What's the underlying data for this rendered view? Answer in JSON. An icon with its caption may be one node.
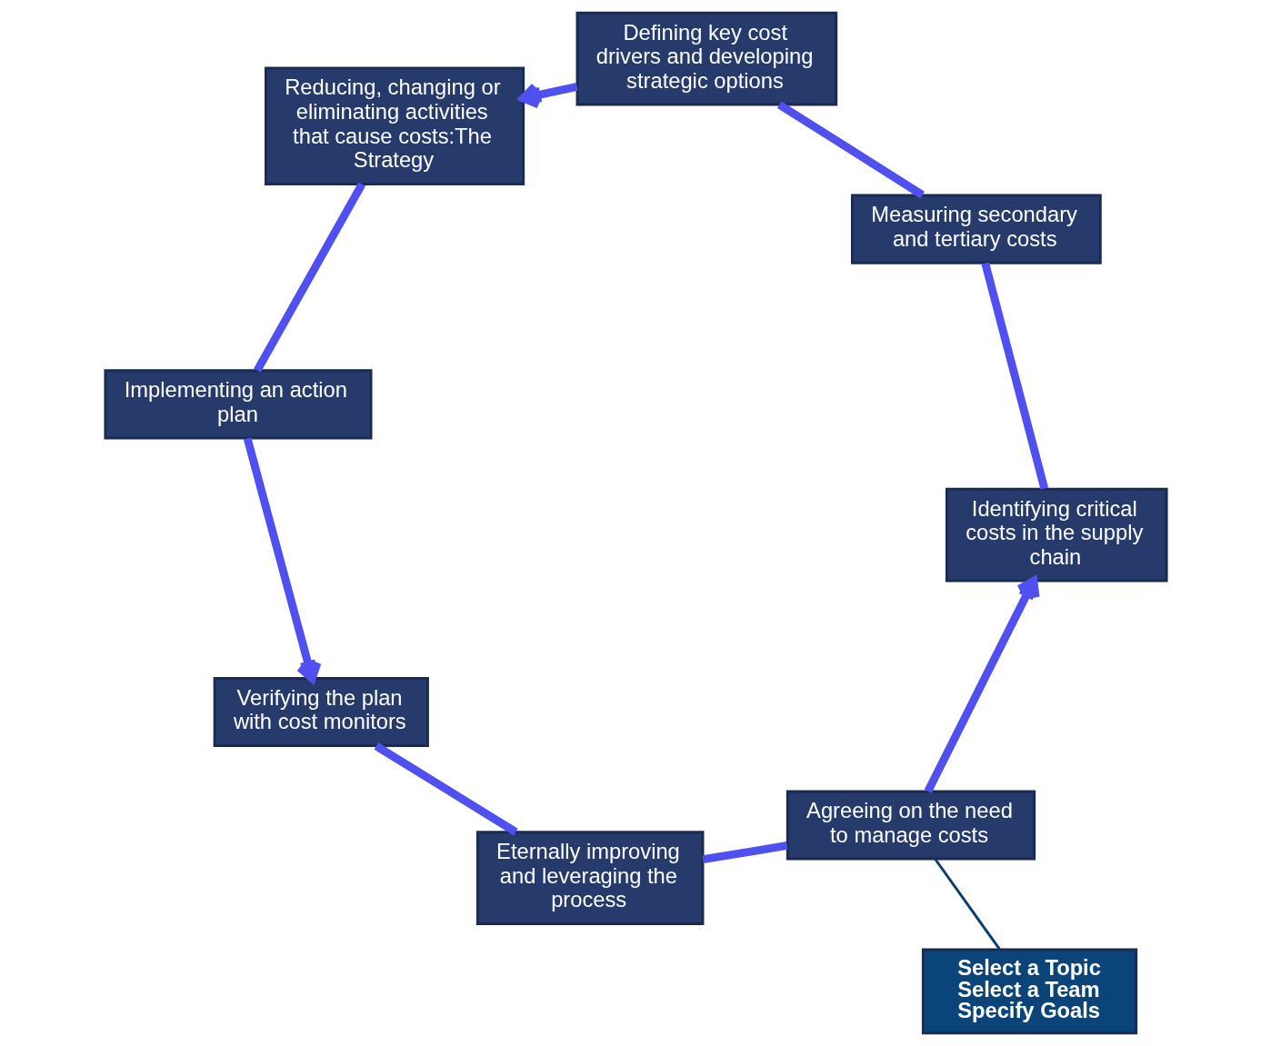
{
  "diagram": {
    "nodes": [
      {
        "text": [
          "Agreeing on the need to manage costs"
        ]
      },
      {
        "text": [
          "Identifying critical costs in the supply chain"
        ]
      },
      {
        "text": [
          "Measuring secondary and tertiary costs"
        ]
      },
      {
        "text": [
          "Defining key cost drivers and developing strategic options"
        ]
      },
      {
        "text": [
          "Reducing, changing or eliminating activities that cause costs:The Strategy"
        ]
      },
      {
        "text": [
          "Implementing an action plan"
        ]
      },
      {
        "text": [
          "Verifying the plan with cost monitors"
        ]
      },
      {
        "text": [
          "Eternally improving and leveraging the process"
        ]
      },
      {
        "text": [
          "Select a Topic",
          "Select a Team",
          "Specify Goals"
        ]
      }
    ],
    "edges": [
      {
        "from": 0,
        "to": 1,
        "arrow": "to"
      },
      {
        "from": 1,
        "to": 2,
        "arrow": "none"
      },
      {
        "from": 2,
        "to": 3,
        "arrow": "none"
      },
      {
        "from": 3,
        "to": 4,
        "arrow": "to"
      },
      {
        "from": 4,
        "to": 5,
        "arrow": "none"
      },
      {
        "from": 5,
        "to": 6,
        "arrow": "to"
      },
      {
        "from": 6,
        "to": 7,
        "arrow": "none"
      },
      {
        "from": 7,
        "to": 0,
        "arrow": "none"
      },
      {
        "from": 8,
        "to": 0,
        "arrow": "none",
        "color": "#0b3c6e"
      }
    ]
  }
}
